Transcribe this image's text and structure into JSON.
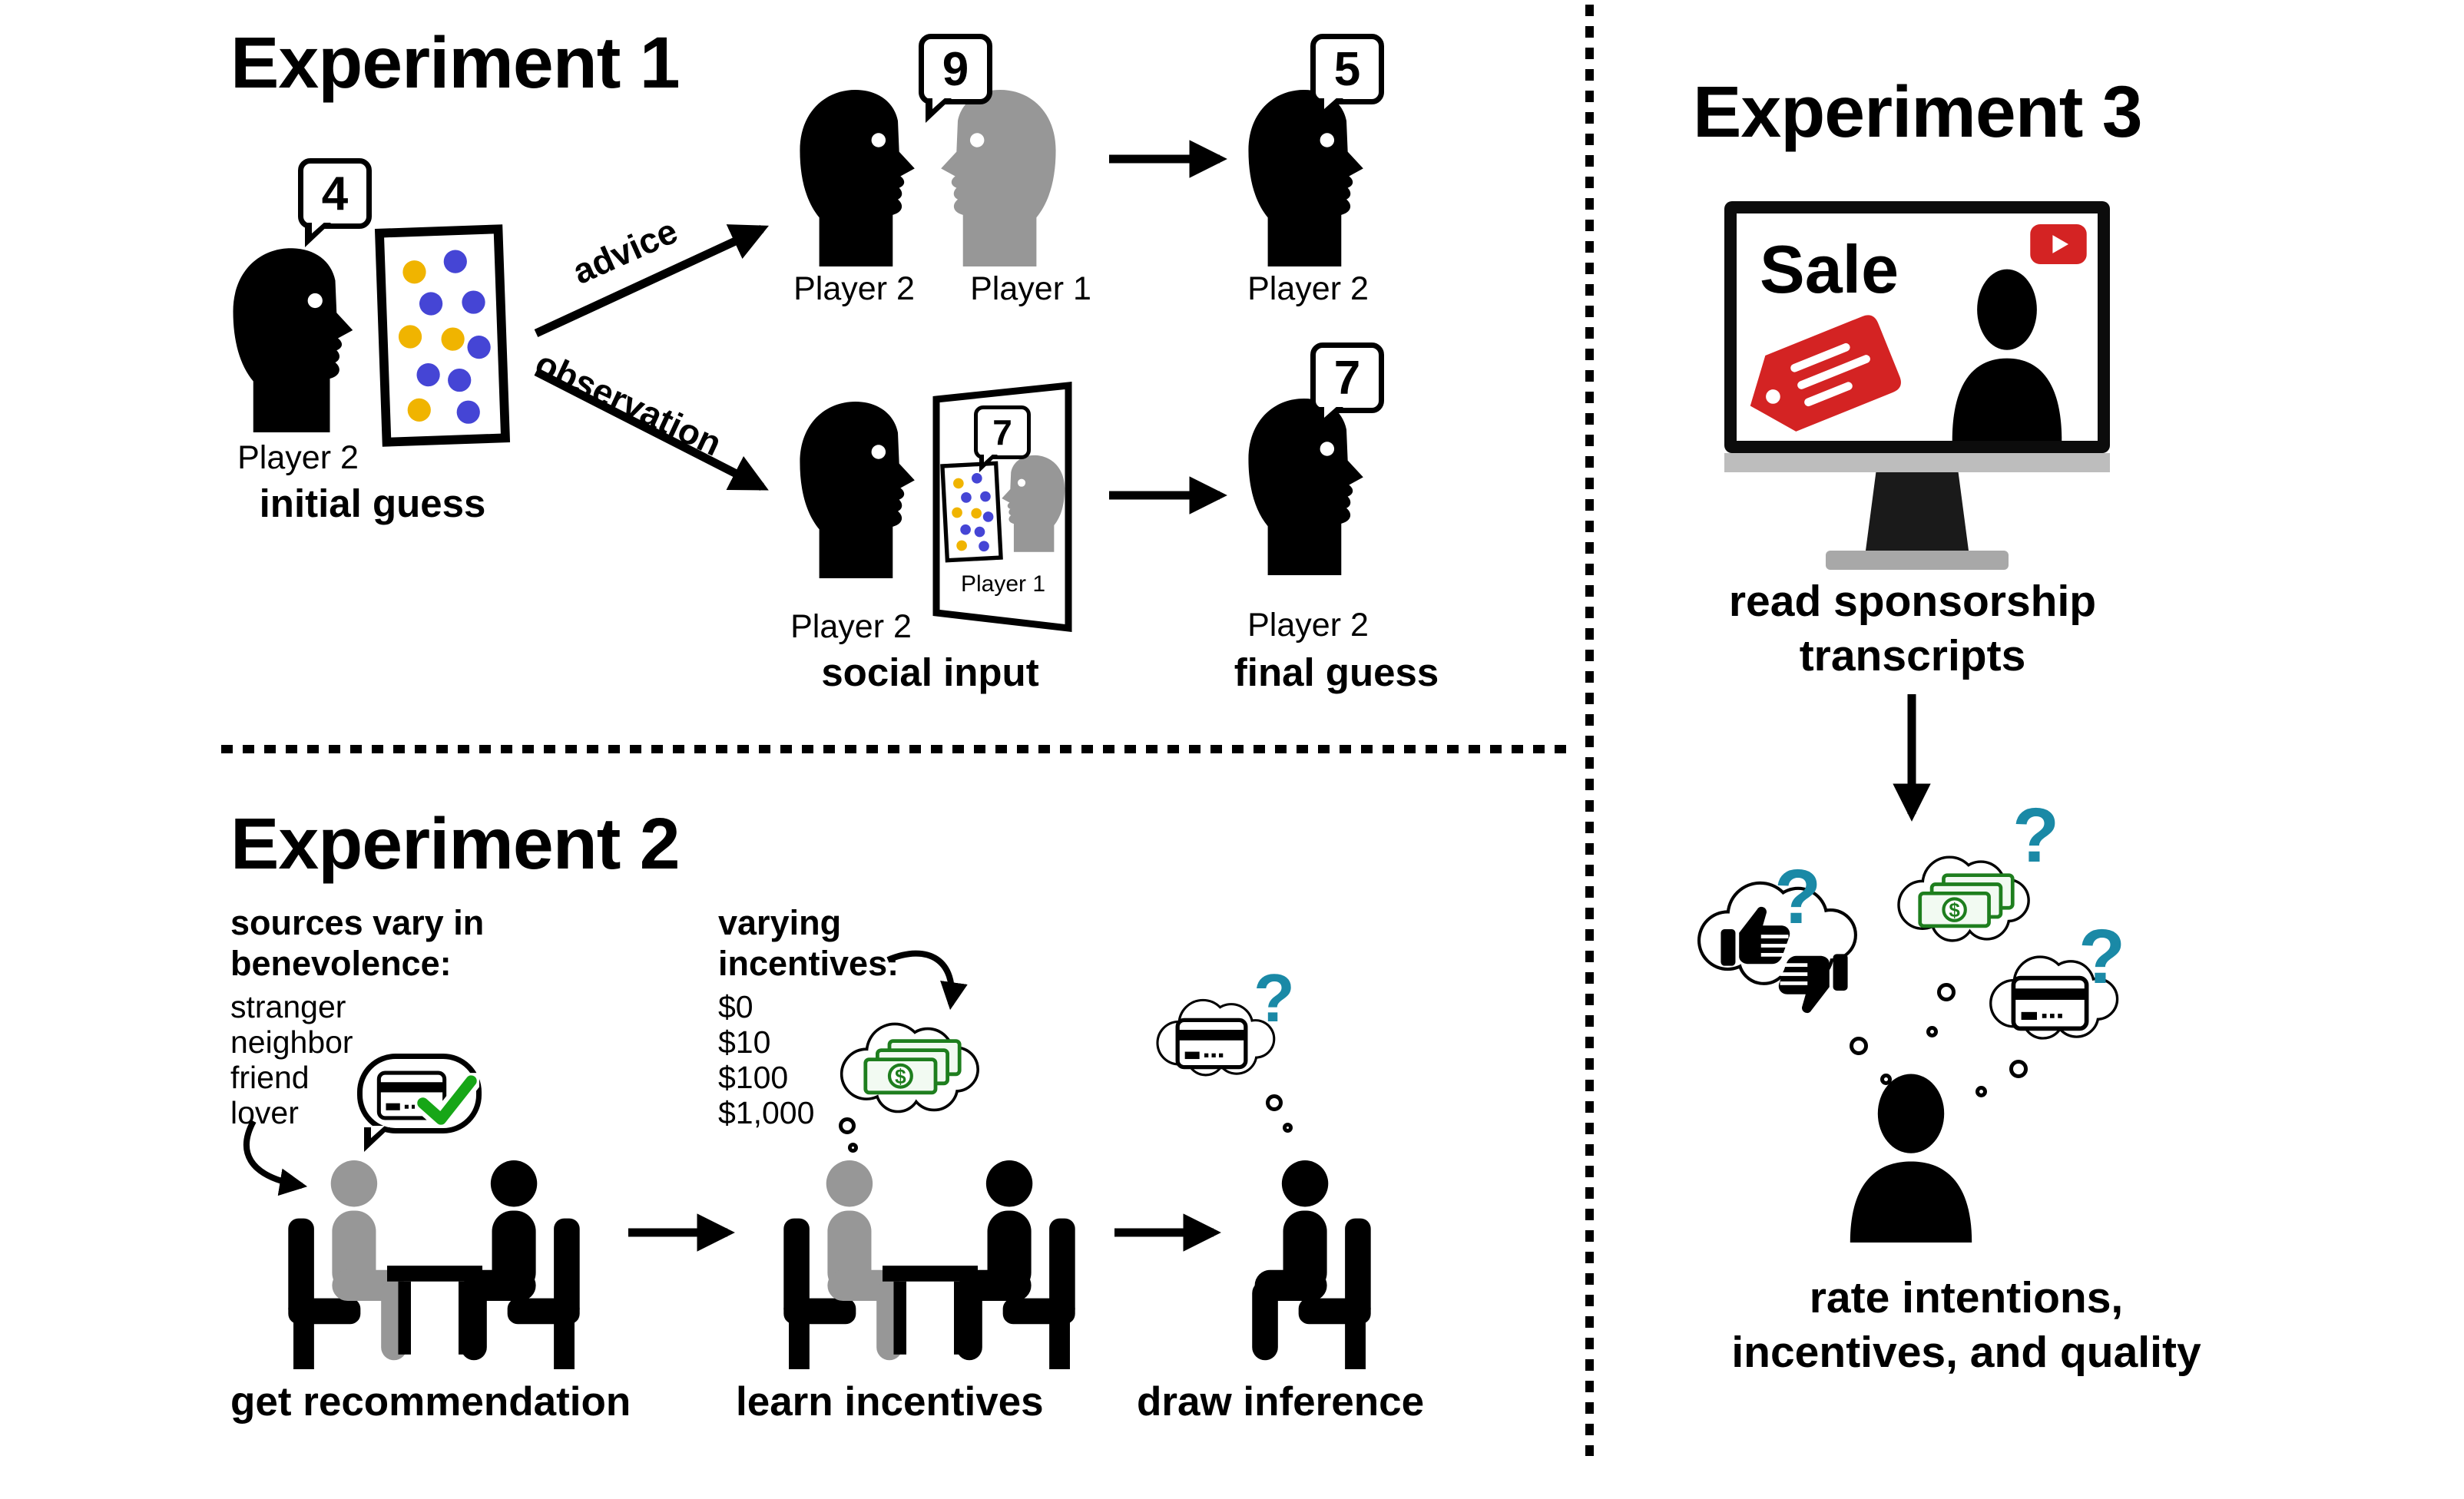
{
  "colors": {
    "dot-blue": "#4545d5",
    "dot-yellow": "#f0b400",
    "figure-gray": "#979797",
    "accent-red": "#d42323",
    "check-green": "#17a617",
    "money-green": "#1e7e1e",
    "question-teal": "#1a89a6",
    "monitor-chin": "#bdbdbd",
    "monitor-base": "#a8a8a8"
  },
  "icons": {
    "dollar": "$",
    "question": "?"
  },
  "exp1": {
    "title": "Experiment 1",
    "initial_bubble": "4",
    "initial_player": "Player 2",
    "initial_caption": "initial guess",
    "advice_label": "advice",
    "observation_label": "observation",
    "advice_bubble": "9",
    "advice_left_player": "Player 2",
    "advice_right_player": "Player 1",
    "advice_result_bubble": "5",
    "advice_result_player": "Player 2",
    "obs_bubble": "7",
    "obs_left_player": "Player 2",
    "obs_screen_player": "Player 1",
    "obs_caption": "social input",
    "obs_result_bubble": "7",
    "obs_result_player": "Player 2",
    "final_caption": "final guess"
  },
  "exp2": {
    "title": "Experiment 2",
    "sources_heading": [
      "sources vary in",
      "benevolence:"
    ],
    "sources": [
      "stranger",
      "neighbor",
      "friend",
      "lover"
    ],
    "incentives_heading": [
      "varying",
      "incentives:"
    ],
    "incentives": [
      "$0",
      "$10",
      "$100",
      "$1,000"
    ],
    "step1_label": "get recommendation",
    "step2_label": "learn incentives",
    "step3_label": "draw inference"
  },
  "exp3": {
    "title": "Experiment 3",
    "screen_text": "Sale",
    "read_caption": [
      "read sponsorship",
      "transcripts"
    ],
    "rate_caption": [
      "rate intentions,",
      "incentives, and quality"
    ]
  }
}
